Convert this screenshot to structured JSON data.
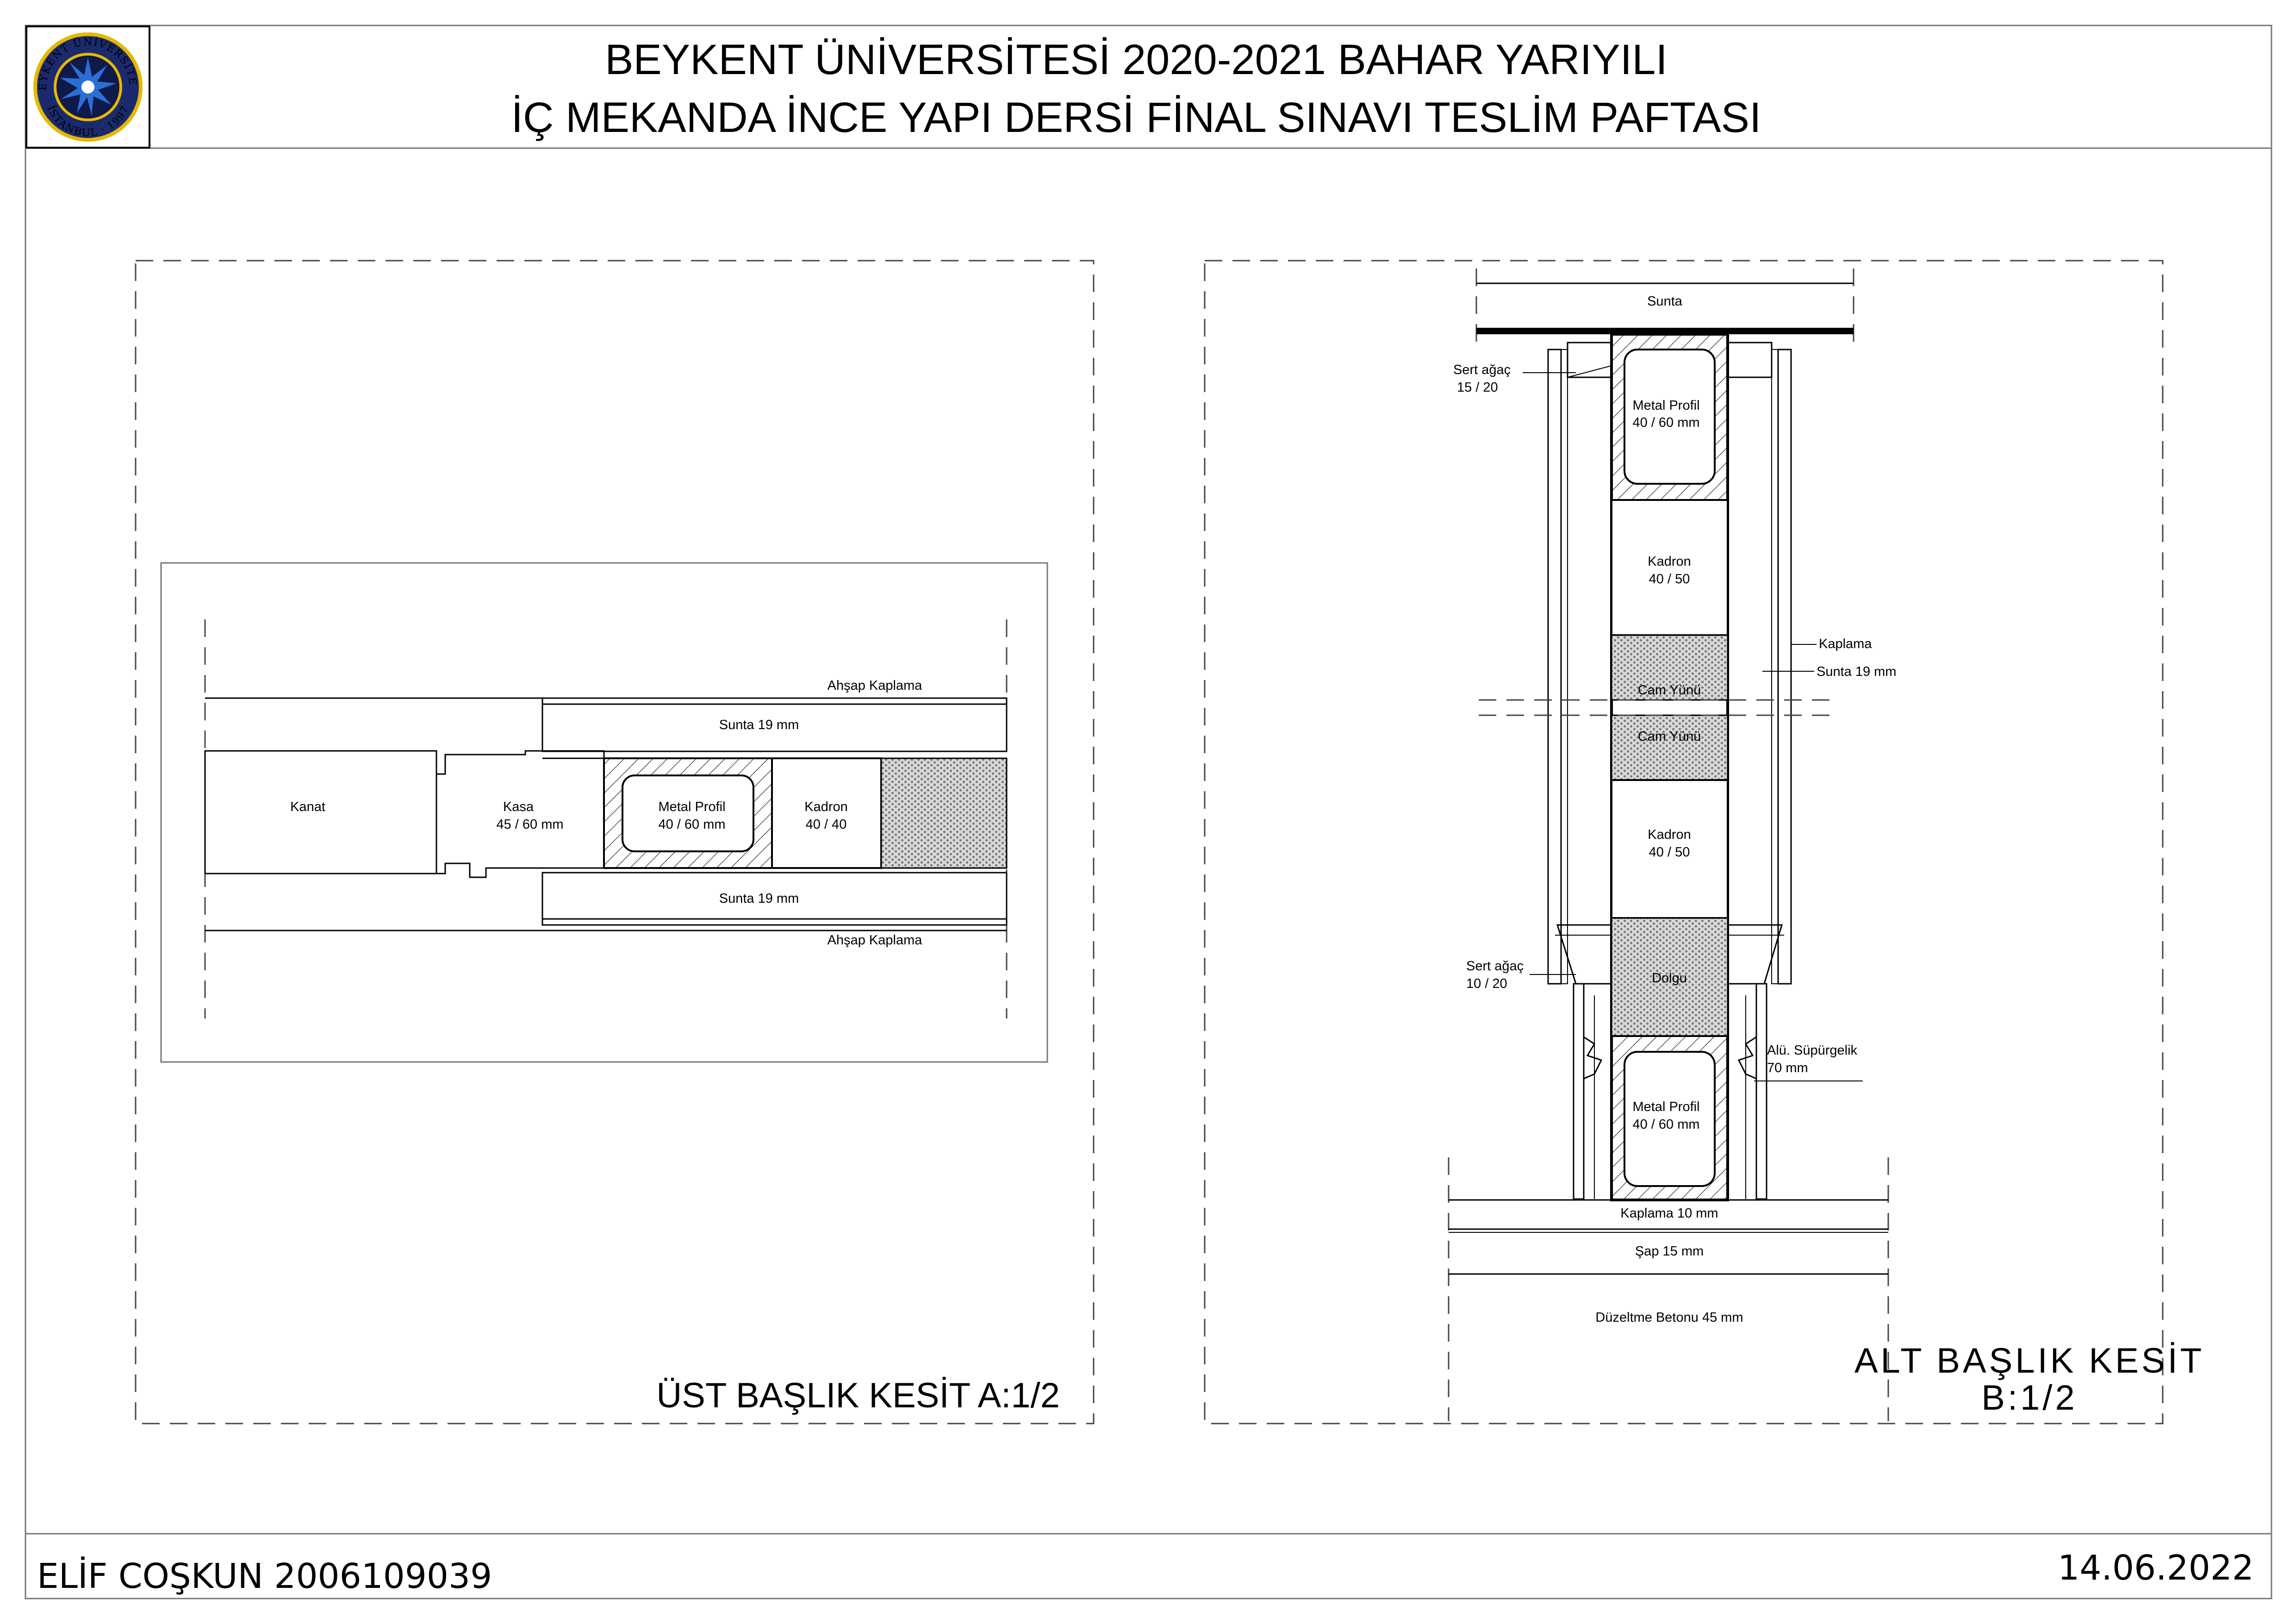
{
  "header": {
    "title_line1": "BEYKENT ÜNİVERSİTESİ 2020-2021 BAHAR YARIYILI",
    "title_line2": "İÇ MEKANDA İNCE YAPI DERSİ FİNAL SINAVI TESLİM PAFTASI",
    "logo": {
      "ring_text_top": "BEYKENT ÜNİVERSİTESİ",
      "ring_text_bottom": "İSTANBUL · 1997",
      "ring_color": "#1a2a6c",
      "accent_color": "#e6b800",
      "star_color": "#2b6fd6"
    }
  },
  "section_a": {
    "caption": "ÜST BAŞLIK KESİT A:1/2",
    "labels": {
      "ahsap_top": "Ahşap Kaplama",
      "sunta_top": "Sunta 19 mm",
      "kanat": "Kanat",
      "kasa_1": "Kasa",
      "kasa_2": "45 / 60 mm",
      "metal_1": "Metal Profil",
      "metal_2": "40 / 60 mm",
      "kadron_1": "Kadron",
      "kadron_2": "40 / 40",
      "sunta_bottom": "Sunta 19 mm",
      "ahsap_bottom": "Ahşap Kaplama"
    }
  },
  "section_b": {
    "caption_1": "ALT BAŞLIK KESİT",
    "caption_2": "B:1/2",
    "labels": {
      "sunta_top": "Sunta",
      "sert_agac_1a": "Sert ağaç",
      "sert_agac_1b": "15 / 20",
      "metal_top_1": "Metal Profil",
      "metal_top_2": "40 / 60 mm",
      "kadron_top_1": "Kadron",
      "kadron_top_2": "40 / 50",
      "kaplama": "Kaplama",
      "sunta_19": "Sunta 19 mm",
      "cam_yunu_1": "Cam Yünü",
      "cam_yunu_2": "Cam Yünü",
      "kadron_bot_1": "Kadron",
      "kadron_bot_2": "40 / 50",
      "sert_agac_2a": "Sert ağaç",
      "sert_agac_2b": "10 / 20",
      "dolgu": "Dolgu",
      "supurgelik_1": "Alü. Süpürgelik",
      "supurgelik_2": "70 mm",
      "metal_bot_1": "Metal Profil",
      "metal_bot_2": "40 / 60 mm",
      "kaplama_10": "Kaplama 10 mm",
      "sap_15": "Şap 15 mm",
      "duzeltme": "Düzeltme Betonu 45 mm"
    }
  },
  "footer": {
    "student": "ELİF COŞKUN  2006109039",
    "date": "14.06.2022"
  }
}
